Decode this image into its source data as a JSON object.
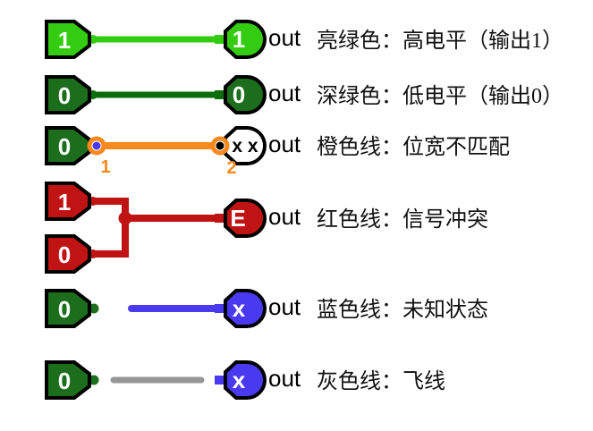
{
  "page": {
    "background": "#FFFFFF"
  },
  "colors": {
    "bright_green": "#33CC11",
    "dark_green": "#0A6C0A",
    "pin_green": "#1C6E1C",
    "red": "#C01414",
    "orange": "#F7891D",
    "blue": "#4A3AEF",
    "gray": "#969696",
    "white": "#FFFFFF",
    "black": "#000000",
    "text": "#111111"
  },
  "rows": {
    "high": {
      "input": "1",
      "output": "1",
      "out": "out",
      "label": "亮绿色：高电平（输出1）"
    },
    "low": {
      "input": "0",
      "output": "0",
      "out": "out",
      "label": "深绿色：低电平（输出0）"
    },
    "mismatch": {
      "input": "0",
      "output": "x x",
      "out": "out",
      "label": "橙色线：位宽不匹配",
      "endpoint1": "1",
      "endpoint2": "2"
    },
    "conflict": {
      "input_top": "1",
      "input_bottom": "0",
      "output": "E",
      "out": "out",
      "label": "红色线：信号冲突"
    },
    "unknown": {
      "input": "0",
      "output": "x",
      "out": "out",
      "label": "蓝色线：未知状态"
    },
    "floating": {
      "input": "0",
      "output": "x",
      "out": "out",
      "label": "灰色线：飞线"
    }
  }
}
